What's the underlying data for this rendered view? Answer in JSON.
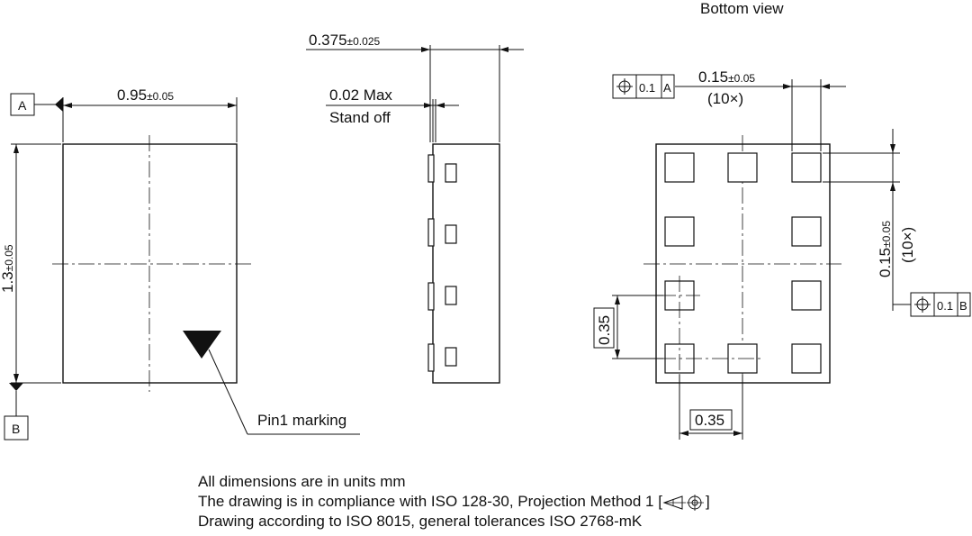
{
  "labels": {
    "view_title": "Bottom view",
    "datum_a": "A",
    "datum_b": "B",
    "width_value": "0.95",
    "width_tol": "±0.05",
    "height_value": "1.3",
    "height_tol": "±0.05",
    "thickness_value": "0.375",
    "thickness_tol": "±0.025",
    "standoff_value": "0.02 Max",
    "standoff_label": "Stand off",
    "pad_w_value": "0.15",
    "pad_w_tol": "±0.05",
    "pad_w_count": "(10×)",
    "pad_h_value": "0.15",
    "pad_h_tol": "±0.05",
    "pad_h_count": "(10×)",
    "pitch_v": "0.35",
    "pitch_h": "0.35",
    "pin1": "Pin1 marking",
    "fcf_tol_a": "0.1",
    "fcf_ref_a": "A",
    "fcf_tol_b": "0.1",
    "fcf_ref_b": "B"
  },
  "notes": {
    "line1": "All dimensions are in units mm",
    "line2_a": "The drawing is in compliance with ISO 128-30, Projection Method 1 [",
    "line2_b": "]",
    "line3": "Drawing according to ISO 8015, general tolerances ISO 2768-mK"
  },
  "icons": [
    "position-tolerance-icon",
    "first-angle-projection-icon"
  ]
}
